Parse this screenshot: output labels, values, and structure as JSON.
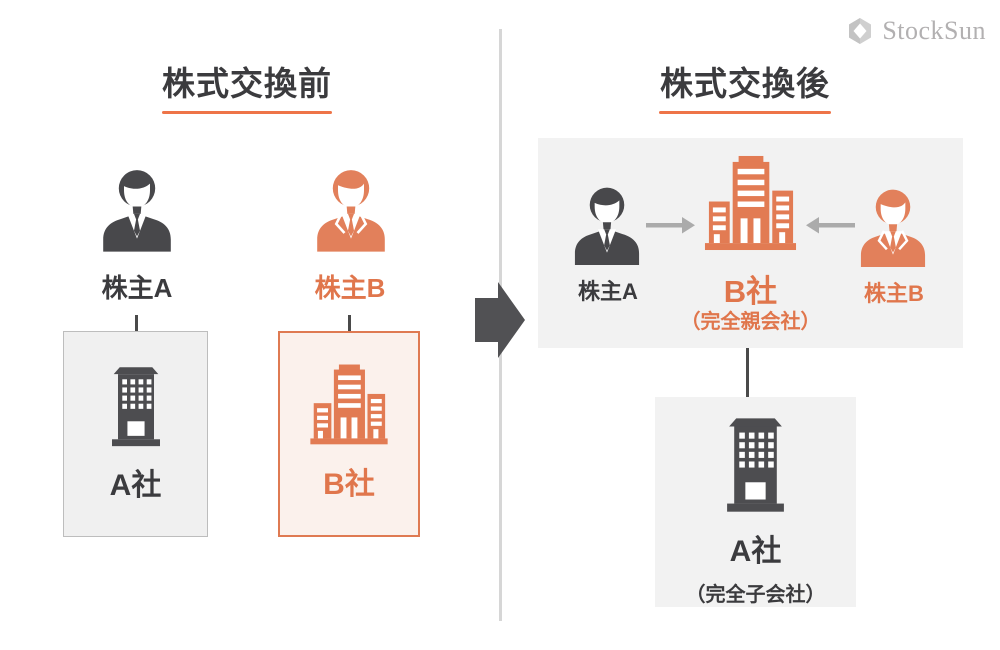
{
  "logo": {
    "brand": "StockSun"
  },
  "before": {
    "title": "株式交換前",
    "shareholder_a": "株主A",
    "shareholder_b": "株主B",
    "company_a": "A社",
    "company_b": "B社"
  },
  "after": {
    "title": "株式交換後",
    "shareholder_a": "株主A",
    "shareholder_b": "株主B",
    "parent_company": "B社",
    "parent_note": "（完全親会社）",
    "subsidiary_company": "A社",
    "subsidiary_note": "（完全子会社）"
  },
  "colors": {
    "accent_orange": "#E5794F",
    "dark_icon_gray": "#48484B",
    "text_dark": "#3B3B3E",
    "panel_gray": "#F2F2F2",
    "divider_gray": "#D6D6D6",
    "logo_gray": "#B2B0B1"
  }
}
